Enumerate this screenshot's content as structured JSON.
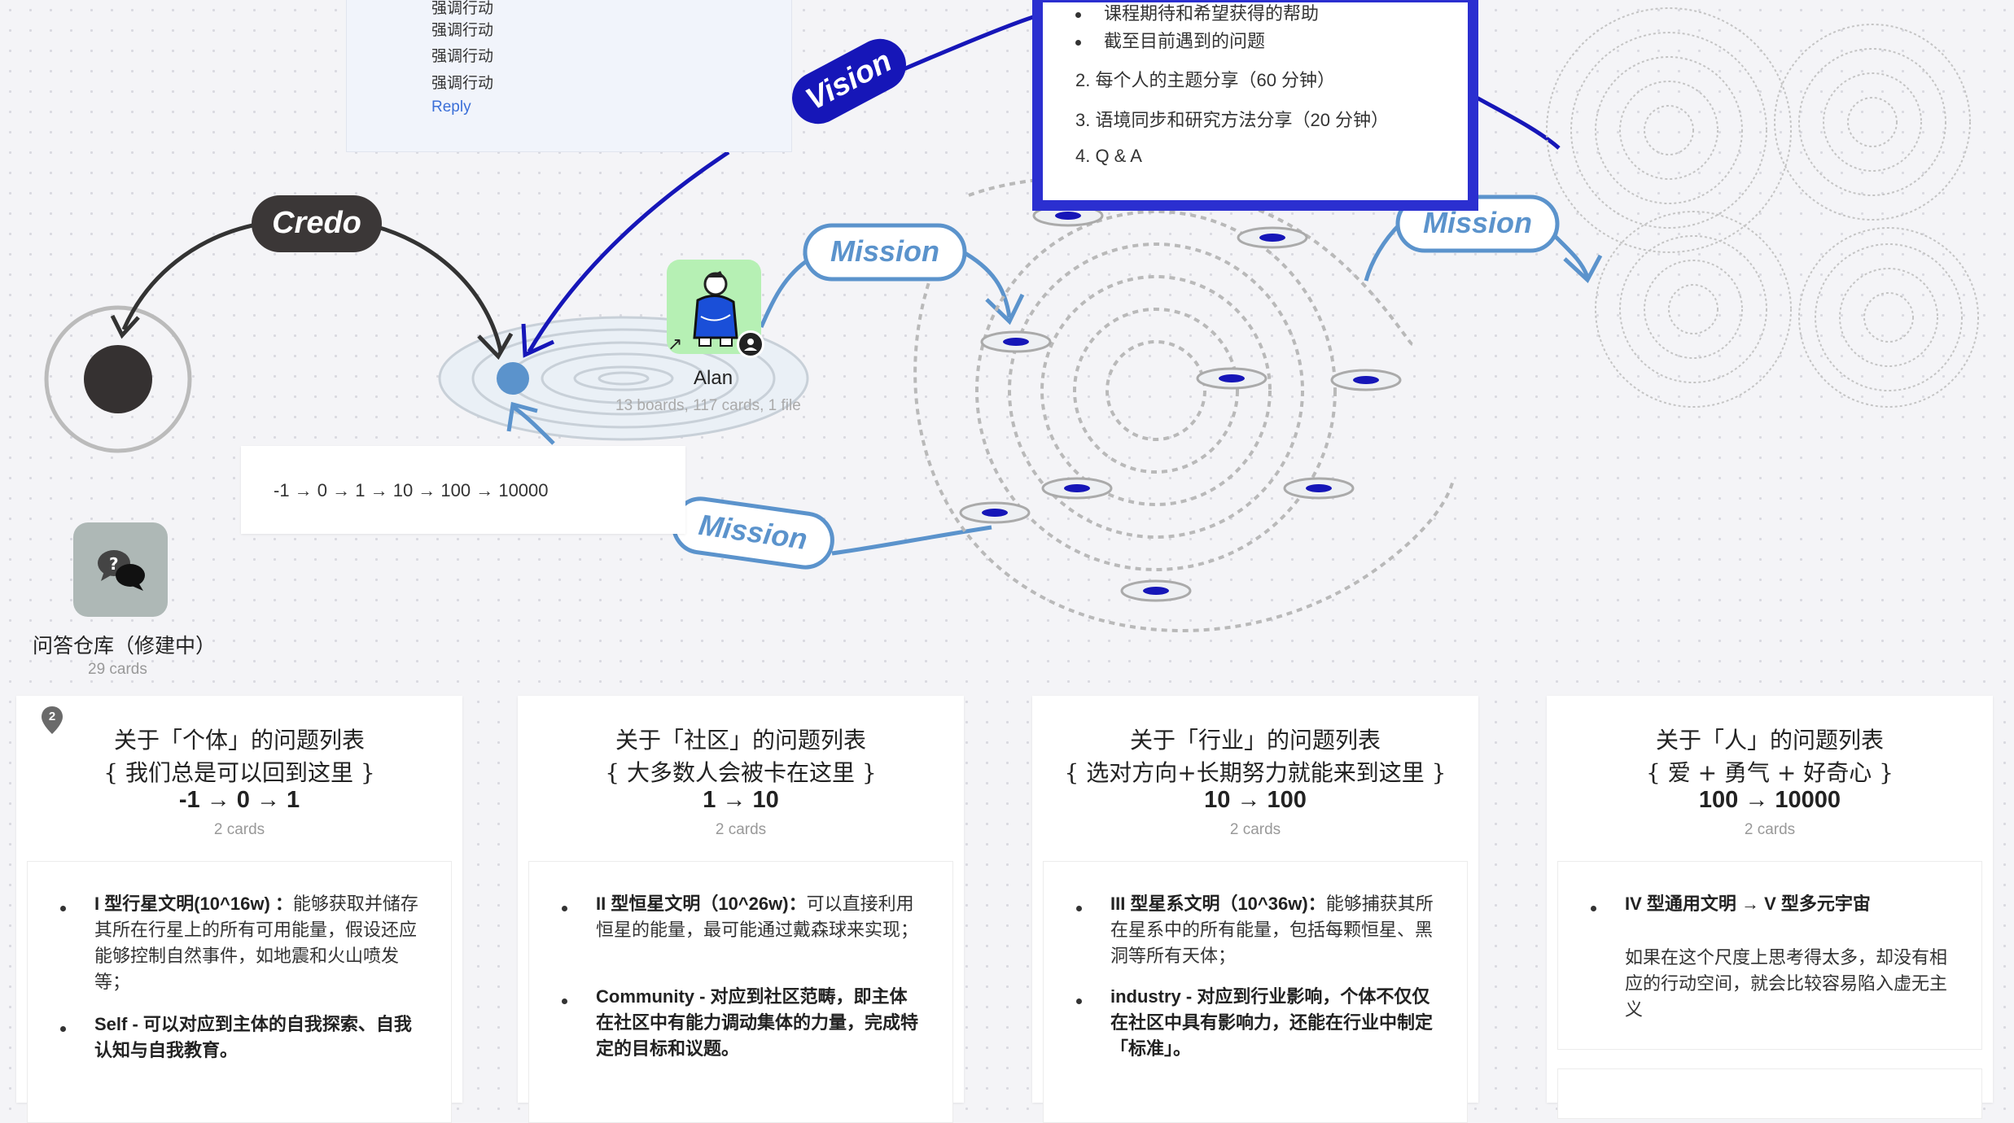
{
  "comment": {
    "lines": [
      "强调行动",
      "强调行动",
      "强调行动",
      "强调行动"
    ],
    "reply": "Reply"
  },
  "agenda": {
    "lines": [
      "课程期待和希望获得的帮助",
      "截至目前遇到的问题",
      "2. 每个人的主题分享（60 分钟）",
      "3. 语境同步和研究方法分享（20 分钟）",
      "4.  Q & A"
    ]
  },
  "labels": {
    "vision": "Vision",
    "credo": "Credo",
    "mission": "Mission"
  },
  "board": {
    "name": "Alan",
    "meta": "13 boards, 117 cards, 1 file"
  },
  "number_note": "-1 → 0 → 1 → 10 → 100 → 10000",
  "qa": {
    "title": "问答仓库（修建中）",
    "count": "29 cards"
  },
  "comment_badge": "2",
  "columns": [
    {
      "title1": "关于「个体」的问题列表",
      "title2": "{ 我们总是可以回到这里 }",
      "title3": "-1 → 0 → 1",
      "count": "2 cards",
      "bullets": [
        {
          "bold": "I 型行星文明(10^16w) ：",
          "text": "能够获取并储存其所在行星上的所有可用能量，假设还应能够控制自然事件，如地震和火山喷发等；"
        },
        {
          "bold": "Self - 可以对应到主体的自我探索、自我认知与自我教育。",
          "text": ""
        }
      ]
    },
    {
      "title1": "关于「社区」的问题列表",
      "title2": "{ 大多数人会被卡在这里 }",
      "title3": "1 → 10",
      "count": "2 cards",
      "bullets": [
        {
          "bold": "II 型恒星文明（10^26w)：",
          "text": "可以直接利用恒星的能量，最可能通过戴森球来实现；"
        },
        {
          "bold": "Community - 对应到社区范畴，即主体在社区中有能力调动集体的力量，完成特定的目标和议题。",
          "text": ""
        }
      ]
    },
    {
      "title1": "关于「行业」的问题列表",
      "title2": "{ 选对方向+长期努力就能来到这里 }",
      "title3": "10 → 100",
      "count": "2 cards",
      "bullets": [
        {
          "bold": "III 型星系文明（10^36w)：",
          "text": "能够捕获其所在星系中的所有能量，包括每颗恒星、黑洞等所有天体；"
        },
        {
          "bold": "industry - 对应到行业影响，个体不仅仅在社区中具有影响力，还能在行业中制定「标准」。",
          "text": ""
        }
      ]
    },
    {
      "title1": "关于「人」的问题列表",
      "title2": "{ 爱 + 勇气 + 好奇心 }",
      "title3": "100 → 10000",
      "count": "2 cards",
      "bullets": [
        {
          "bold": "IV 型通用文明 → V 型多元宇宙",
          "text": ""
        }
      ],
      "paragraph": "如果在这个尺度上思考得太多，却没有相应的行动空间，就会比较容易陷入虚无主义"
    }
  ],
  "colors": {
    "vision": "#1616b8",
    "mission": "#5b93cc",
    "credo": "#333333",
    "agenda_border": "#2b2fd0"
  }
}
